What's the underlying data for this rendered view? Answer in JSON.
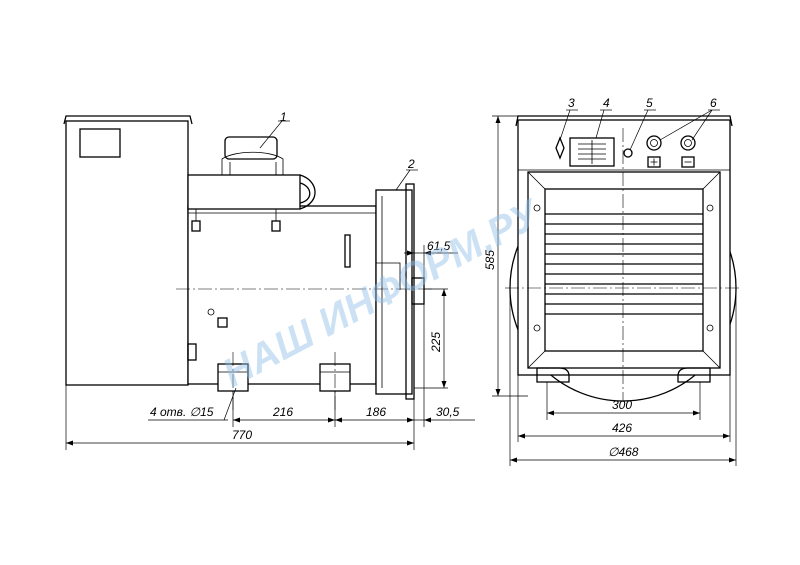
{
  "callouts": {
    "c1": "1",
    "c2": "2",
    "c3": "3",
    "c4": "4",
    "c5": "5",
    "c6": "6"
  },
  "dimensions": {
    "d61_5": "61,5",
    "d225": "225",
    "d585": "585",
    "holes": "4 отв. ∅15",
    "d216": "216",
    "d186": "186",
    "d30_5": "30,5",
    "d770": "770",
    "d300": "300",
    "d426": "426",
    "d468": "∅468"
  },
  "watermark": {
    "text": "НАШ ИНФОРМ.РУ"
  }
}
